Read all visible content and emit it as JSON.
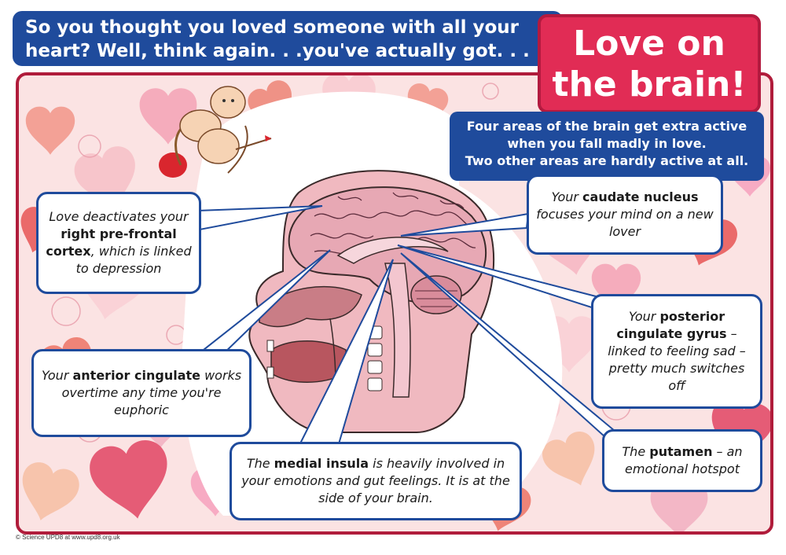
{
  "banner": {
    "line1": "So you thought you loved someone with all your",
    "line2": "heart?  Well, think again. . .you've actually got. . ."
  },
  "title": {
    "line1": "Love on",
    "line2": "the brain!"
  },
  "intro": {
    "line1": "Four areas of the brain get extra active",
    "line2": "when you fall madly in love.",
    "line3": "Two other areas are hardly active at all."
  },
  "callouts": {
    "prefrontal": {
      "pre": "Love deactivates your ",
      "bold": "right pre-frontal cortex",
      "post": ", which is linked to depression"
    },
    "caudate": {
      "pre": "Your ",
      "bold": "caudate nucleus",
      "post": " focuses your mind on a new lover"
    },
    "anterior": {
      "pre": "Your ",
      "bold": "anterior cingulate",
      "post": " works overtime any time you're euphoric"
    },
    "posterior": {
      "pre": "Your ",
      "bold": "posterior cingulate gyrus",
      "post": " – linked to feeling sad – pretty much switches off"
    },
    "insula": {
      "pre": "The ",
      "bold": "medial insula",
      "post": " is heavily involved in your emotions and gut feelings. It is at the side of your brain."
    },
    "putamen": {
      "pre": "The ",
      "bold": "putamen",
      "post": " – an emotional hotspot"
    }
  },
  "copyright": "© Science UPD8 at www.upd8.org.uk",
  "colors": {
    "blue": "#1f4b9c",
    "title_red": "#e12c55",
    "frame_red": "#b01c3b",
    "brain_pink": "#e7a8b4"
  },
  "icons": [
    "heart-pattern",
    "cupid-icon",
    "brain-head-illustration"
  ]
}
